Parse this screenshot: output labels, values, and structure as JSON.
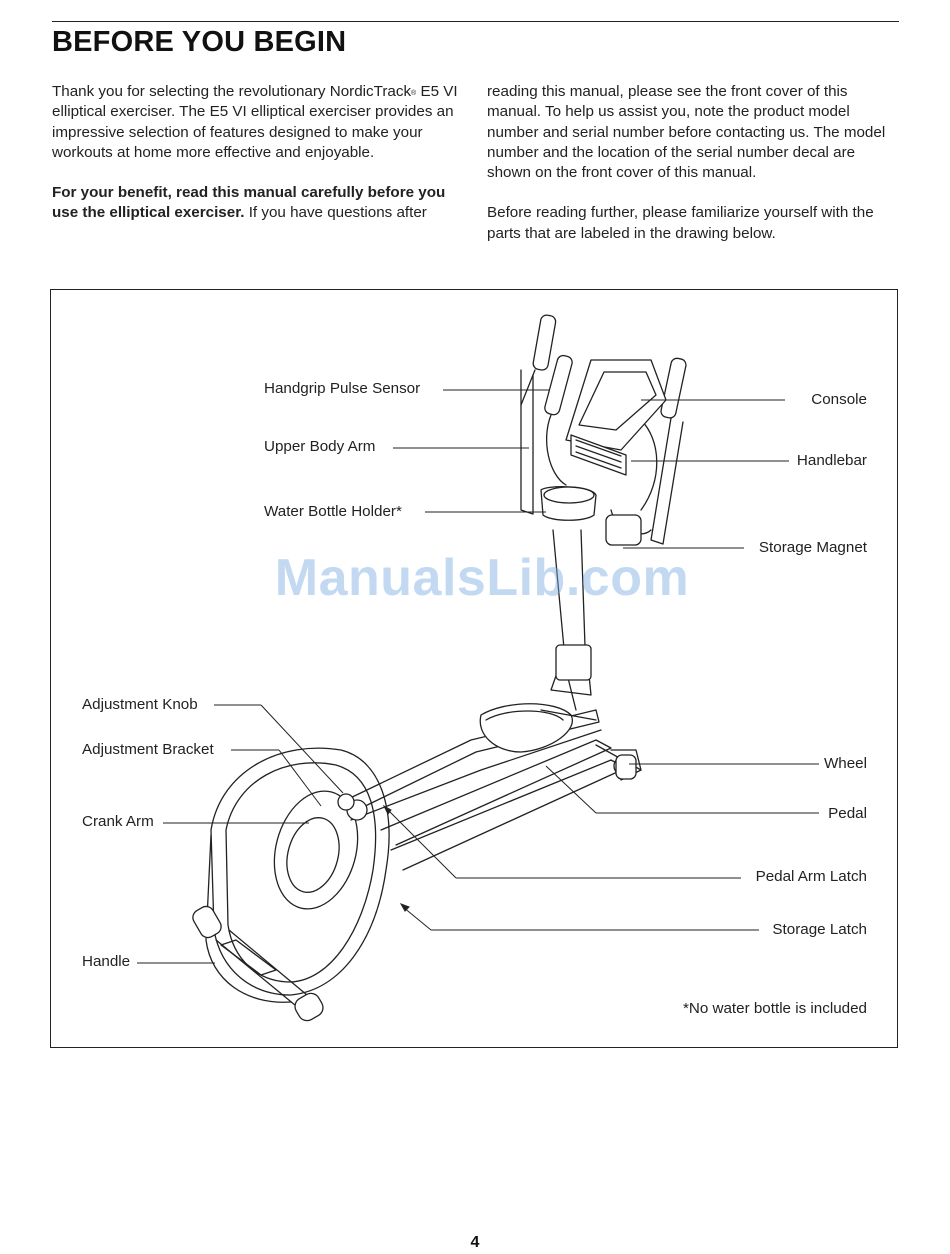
{
  "header": {
    "title": "BEFORE YOU BEGIN"
  },
  "intro": {
    "p1_before_mark": "Thank you for selecting the revolutionary NordicTrack",
    "trademark": "®",
    "p1_after_mark": " E5 VI elliptical exerciser. The E5 VI elliptical exerciser provides an impressive selection of features designed to make your workouts at home more effective and enjoyable.",
    "p2_bold": "For your benefit, read this manual carefully before you use the elliptical exerciser.",
    "p2_rest": " If you have questions after reading this manual, please see the front cover of this manual. To help us assist you, note the product model number and serial number before contacting us. The model number and the location of the serial number decal are shown on the front cover of this manual.",
    "p3": "Before reading further, please familiarize yourself with the parts that are labeled in the drawing below."
  },
  "diagram": {
    "labels": {
      "handgrip_pulse_sensor": "Handgrip Pulse Sensor",
      "upper_body_arm": "Upper Body Arm",
      "water_bottle_holder": "Water Bottle Holder*",
      "adjustment_knob": "Adjustment Knob",
      "adjustment_bracket": "Adjustment Bracket",
      "crank_arm": "Crank Arm",
      "handle": "Handle",
      "console": "Console",
      "handlebar": "Handlebar",
      "storage_magnet": "Storage Magnet",
      "wheel": "Wheel",
      "pedal": "Pedal",
      "pedal_arm_latch": "Pedal Arm Latch",
      "storage_latch": "Storage Latch"
    },
    "footnote": "*No water bottle is included",
    "watermark": "ManualsLib.com"
  },
  "footer": {
    "page_number": "4"
  }
}
